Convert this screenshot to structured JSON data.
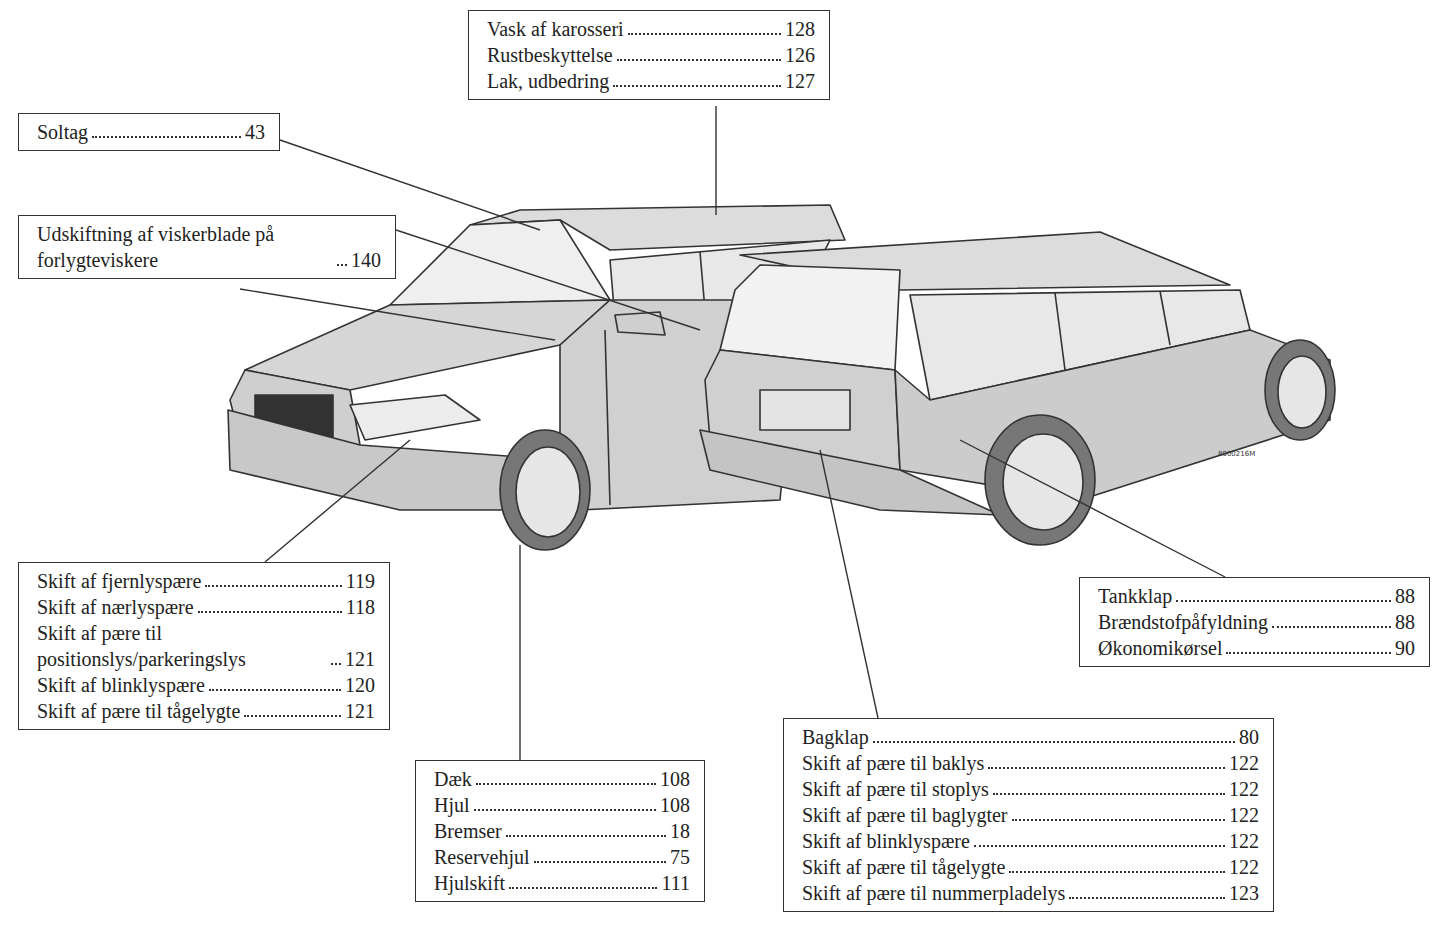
{
  "diagram": {
    "nodes": [
      {
        "text": [
          "Vask af karosseri",
          "128",
          "Rustbeskyttelse",
          "126",
          "Lak, udbedring",
          "127"
        ]
      },
      {
        "text": [
          "Soltag",
          "43"
        ]
      },
      {
        "text": [
          "Udskiftning af viskerblade på forlygteviskere",
          "140"
        ]
      },
      {
        "text": [
          "Skift af fjernlyspære",
          "119",
          "Skift af nærlyspære",
          "118",
          "Skift af pære til positionslys/parkeringslys",
          "121",
          "Skift af blinklyspære",
          "120",
          "Skift af pære til tågelygte",
          "121"
        ]
      },
      {
        "text": [
          "Tankklap",
          "88",
          "Brændstofpåfyldning",
          "88",
          "Økonomikørsel",
          "90"
        ]
      },
      {
        "text": [
          "Bagklap",
          "80",
          "Skift af pære til baklys",
          "122",
          "Skift af pære til stoplys",
          "122",
          "Skift af pære til baglygter",
          "122",
          "Skift af blinklyspære",
          "122",
          "Skift af pære til tågelygte",
          "122",
          "Skift af pære til nummerpladelys",
          "123"
        ]
      },
      {
        "text": [
          "Dæk",
          "108",
          "Hjul",
          "108",
          "Bremser",
          "18",
          "Reservehjul",
          "75",
          "Hjulskift",
          "111"
        ]
      }
    ],
    "labels": [
      "8900216M"
    ]
  }
}
